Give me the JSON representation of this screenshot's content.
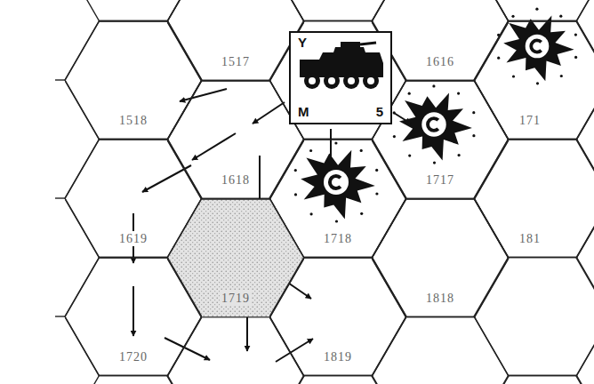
{
  "diagram": {
    "nodes": [
      {
        "text": [
          "1517"
        ]
      },
      {
        "text": [
          "1616"
        ]
      },
      {
        "text": [
          "Y",
          "M",
          "5"
        ]
      },
      {
        "text": [
          "171"
        ]
      },
      {
        "text": [
          "1518"
        ]
      },
      {
        "text": [
          "1618"
        ]
      },
      {
        "text": [
          "1717"
        ]
      },
      {
        "text": [
          "1619"
        ]
      },
      {
        "text": [
          "1718"
        ]
      },
      {
        "text": [
          "181"
        ]
      },
      {
        "text": [
          "1719"
        ]
      },
      {
        "text": [
          "1818"
        ]
      },
      {
        "text": [
          "1720"
        ]
      },
      {
        "text": [
          "1819"
        ]
      }
    ]
  }
}
